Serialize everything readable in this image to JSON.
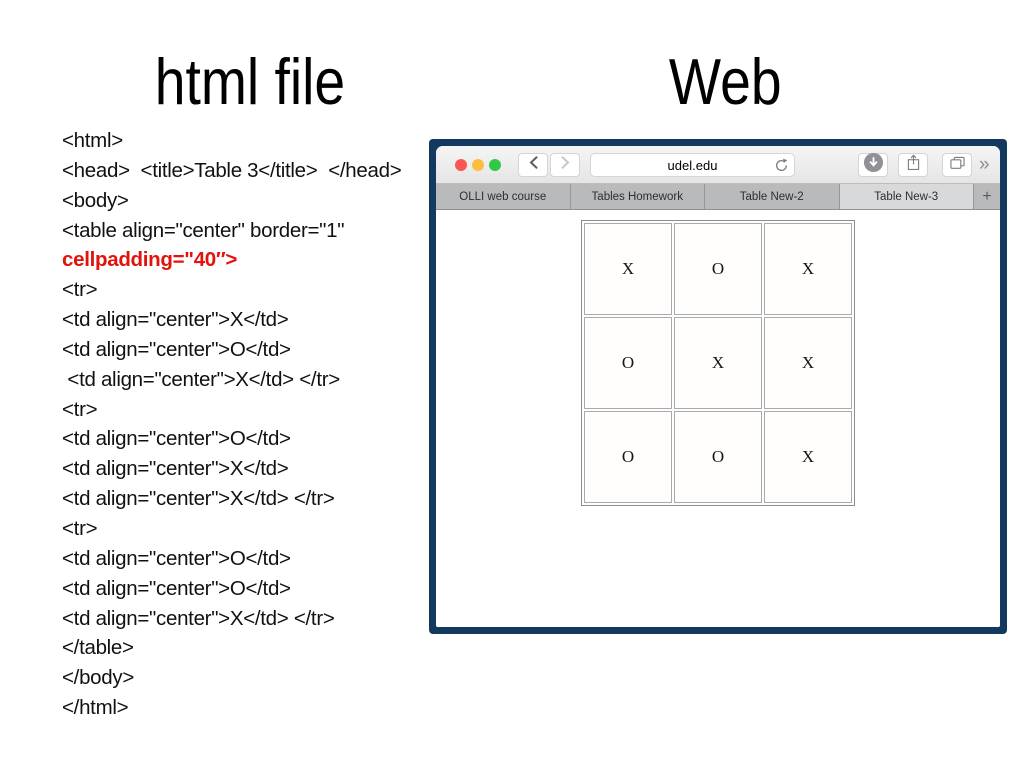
{
  "titles": {
    "left": "html file",
    "right": "Web"
  },
  "code": {
    "lines": [
      "<html>",
      "<head>  <title>Table 3</title>  </head>",
      "<body>",
      "<table align=\"center\" border=\"1\"",
      "cellpadding=\"40″>",
      "<tr>",
      "<td align=\"center\">X</td>",
      "<td align=\"center\">O</td>",
      " <td align=\"center\">X</td> </tr>",
      "<tr>",
      "<td align=\"center\">O</td>",
      "<td align=\"center\">X</td>",
      "<td align=\"center\">X</td> </tr>",
      "<tr>",
      "<td align=\"center\">O</td>",
      "<td align=\"center\">O</td>",
      "<td align=\"center\">X</td> </tr>",
      "</table>",
      "</body>",
      "</html>"
    ],
    "highlight_index": 4
  },
  "browser": {
    "url": "udel.edu",
    "tabs": [
      "OLLI web course",
      "Tables Homework",
      "Table New-2",
      "Table New-3"
    ],
    "active_tab_index": 3,
    "new_tab_label": "+",
    "overflow_label": "»",
    "grid": [
      [
        "X",
        "O",
        "X"
      ],
      [
        "O",
        "X",
        "X"
      ],
      [
        "O",
        "O",
        "X"
      ]
    ]
  },
  "colors": {
    "frame_navy": "#14395f",
    "code_highlight_red": "#e3120b",
    "traffic_red": "#fb5651",
    "traffic_yellow": "#fdbd40",
    "traffic_green": "#32c748",
    "tabbar_gray": "#b9babc",
    "active_tab_gray": "#d8d9db"
  }
}
